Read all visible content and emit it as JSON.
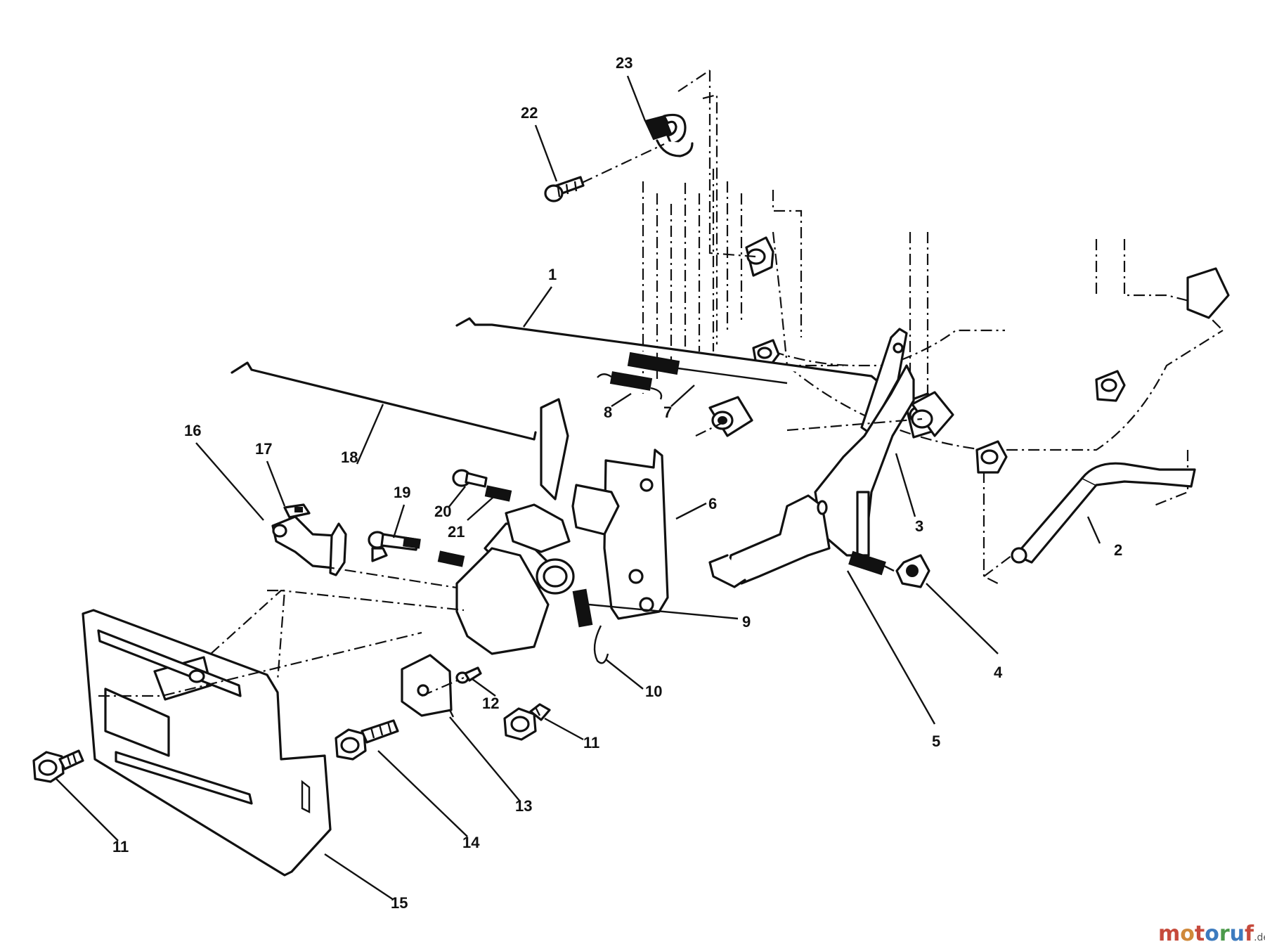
{
  "labels": {
    "p1": "1",
    "p2": "2",
    "p3": "3",
    "p4": "4",
    "p5": "5",
    "p6": "6",
    "p7": "7",
    "p8": "8",
    "p9": "9",
    "p10": "10",
    "p11a": "11",
    "p11b": "11",
    "p12": "12",
    "p13": "13",
    "p14": "14",
    "p15": "15",
    "p16": "16",
    "p17": "17",
    "p18": "18",
    "p19": "19",
    "p20": "20",
    "p21": "21",
    "p22": "22",
    "p23": "23"
  },
  "watermark": {
    "brand": "motoruf",
    "suffix": ".de"
  },
  "colors": {
    "line": "#111111",
    "background": "#ffffff"
  }
}
